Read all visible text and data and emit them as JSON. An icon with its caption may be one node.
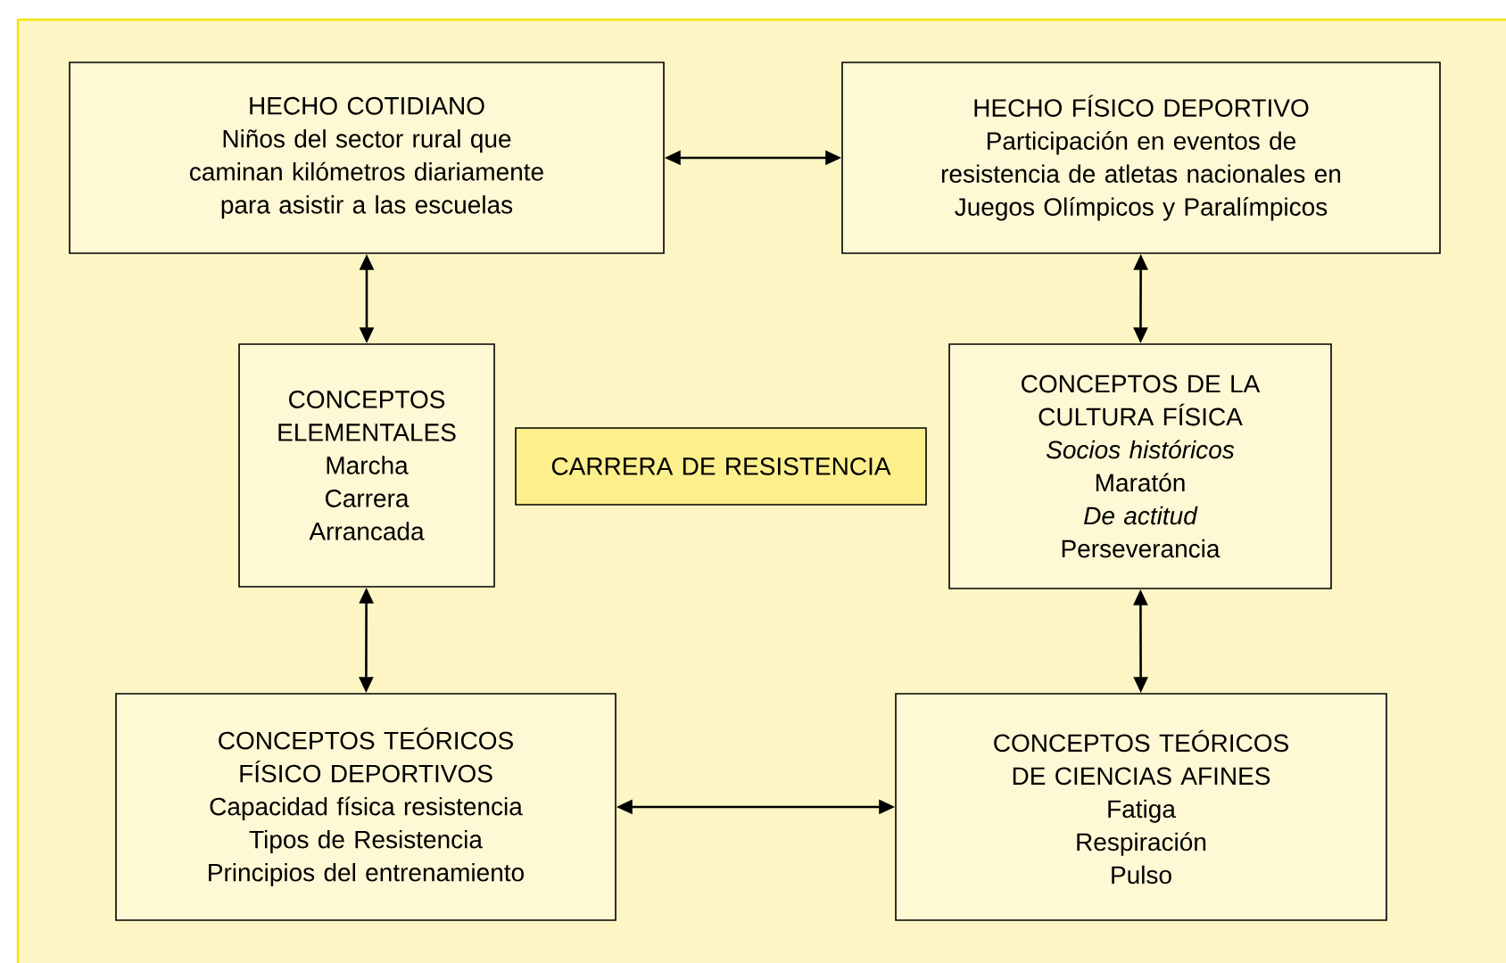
{
  "diagram": {
    "nodes": [
      {
        "text": [
          "HECHO COTIDIANO",
          "Niños del sector rural que caminan kilómetros diariamente para asistir a las escuelas"
        ]
      },
      {
        "text": [
          "HECHO FÍSICO DEPORTIVO",
          "Participación en eventos de resistencia de atletas nacionales en Juegos Olímpicos y Paralímpicos"
        ]
      },
      {
        "text": [
          "CONCEPTOS ELEMENTALES",
          "Marcha",
          "Carrera",
          "Arrancada"
        ]
      },
      {
        "text": [
          "CARRERA DE RESISTENCIA"
        ]
      },
      {
        "text": [
          "CONCEPTOS DE LA CULTURA FÍSICA",
          "Socios históricos",
          "Maratón",
          "De actitud",
          "Perseverancia"
        ]
      },
      {
        "text": [
          "CONCEPTOS TEÓRICOS FÍSICO DEPORTIVOS",
          "Capacidad física resistencia",
          "Tipos de Resistencia",
          "Principios del entrenamiento"
        ]
      },
      {
        "text": [
          "CONCEPTOS TEÓRICOS DE CIENCIAS AFINES",
          "Fatiga",
          "Respiración",
          "Pulso"
        ]
      }
    ],
    "edges": [
      {
        "from": 0,
        "to": 1,
        "arrow": "both"
      },
      {
        "from": 0,
        "to": 2,
        "arrow": "both"
      },
      {
        "from": 1,
        "to": 4,
        "arrow": "both"
      },
      {
        "from": 2,
        "to": 5,
        "arrow": "both"
      },
      {
        "from": 4,
        "to": 6,
        "arrow": "both"
      },
      {
        "from": 5,
        "to": 6,
        "arrow": "both"
      }
    ]
  }
}
